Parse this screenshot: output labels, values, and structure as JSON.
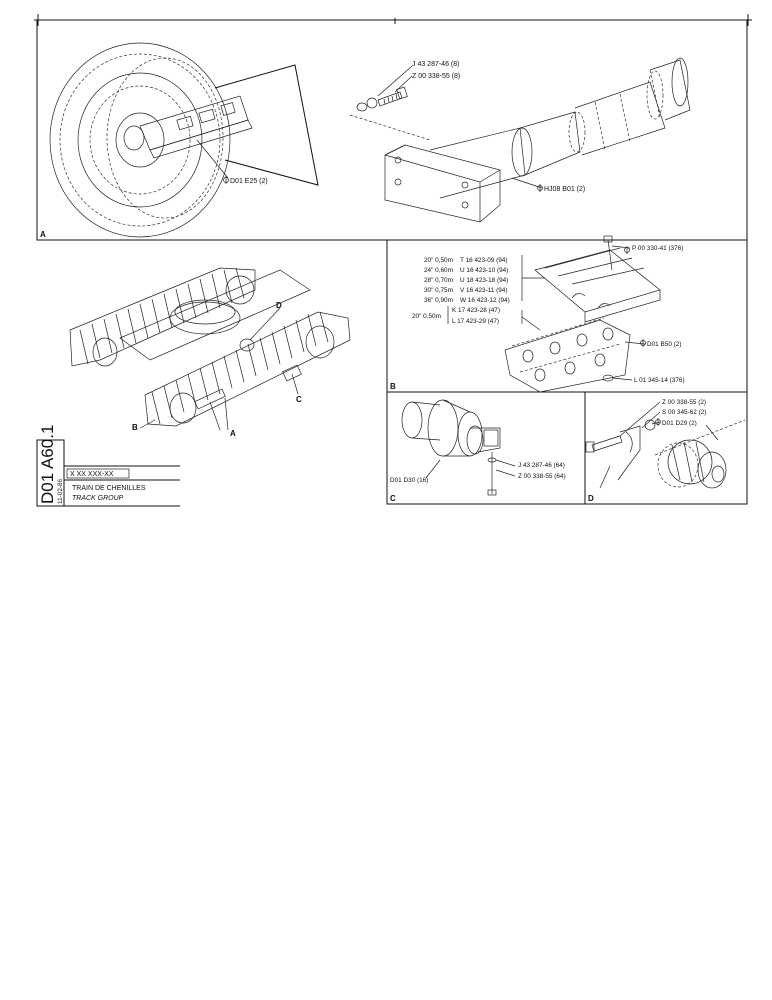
{
  "document": {
    "reference": "D01 A60.1",
    "date": "11-02-86",
    "code": "X XX XXX-XX",
    "title_fr": "TRAIN DE CHENILLES",
    "title_en": "TRACK GROUP"
  },
  "panel_a": {
    "letter": "A",
    "callouts": [
      "J 43 287-46 (8)",
      "Z 00 338-55 (8)",
      "D01 E25 (2)",
      "HJ08 B01 (2)"
    ]
  },
  "overview": {
    "callouts": [
      "D",
      "B",
      "C",
      "A"
    ]
  },
  "panel_b": {
    "letter": "B",
    "shoe_rows": [
      {
        "size": "20\" 0,50m",
        "part": "T 16 423-09 (94)"
      },
      {
        "size": "24\" 0,60m",
        "part": "U 16 423-10 (94)"
      },
      {
        "size": "28\" 0,70m",
        "part": "U 18 423-18 (94)"
      },
      {
        "size": "30\" 0,75m",
        "part": "V 16 423-11 (94)"
      },
      {
        "size": "36\" 0,90m",
        "part": "W 16 423-12 (94)"
      }
    ],
    "chain_size": "20\" 0,50m",
    "chain_rows": [
      "K 17 423-28 (47)",
      "L 17 423-29 (47)"
    ],
    "callouts": [
      "P 00 330-41 (376)",
      "D01 B50 (2)",
      "L 01 345-14 (376)"
    ]
  },
  "panel_c": {
    "letter": "C",
    "callouts": [
      "J 43 287-46 (64)",
      "Z 00 338-55 (64)",
      "D01 D30 (16)"
    ]
  },
  "panel_d": {
    "letter": "D",
    "callouts": [
      "Z 00 338-55 (2)",
      "S 00 345-62 (2)",
      "D01 D29 (2)"
    ]
  }
}
